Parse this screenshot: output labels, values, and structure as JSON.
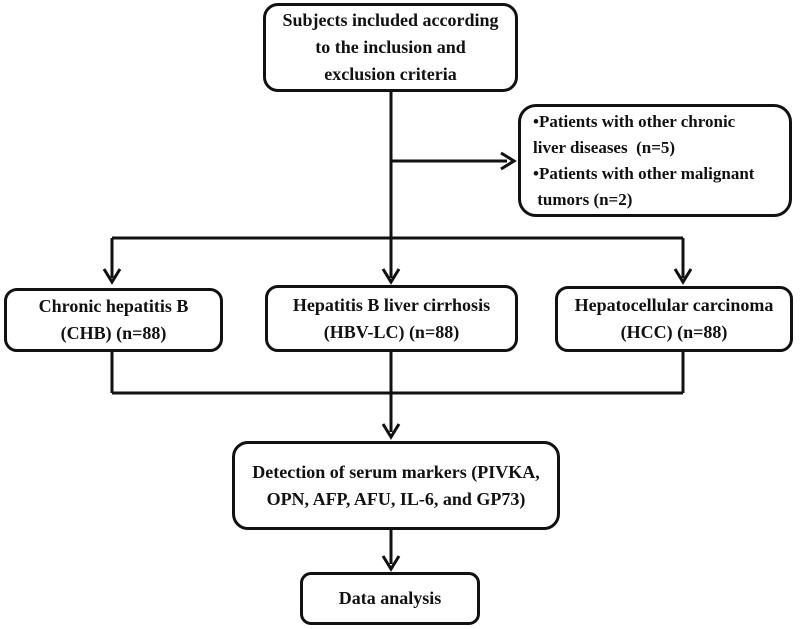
{
  "colors": {
    "line": "#111111",
    "bg": "#ffffff",
    "text": "#111111"
  },
  "boxes": {
    "subjects": {
      "text": "Subjects included according\nto the inclusion and\nexclusion criteria"
    },
    "exclusions": {
      "text": "•Patients with other chronic\nliver diseases  (n=5)\n•Patients with other malignant\n tumors (n=2)"
    },
    "chb": {
      "text": "Chronic hepatitis B\n(CHB) (n=88)"
    },
    "hbvlc": {
      "text": "Hepatitis B liver cirrhosis\n(HBV-LC) (n=88)"
    },
    "hcc": {
      "text": "Hepatocellular carcinoma\n(HCC) (n=88)"
    },
    "detection": {
      "text": "Detection of serum markers (PIVKA,\nOPN, AFP, AFU, IL-6, and GP73)"
    },
    "analysis": {
      "text": "Data analysis"
    }
  }
}
